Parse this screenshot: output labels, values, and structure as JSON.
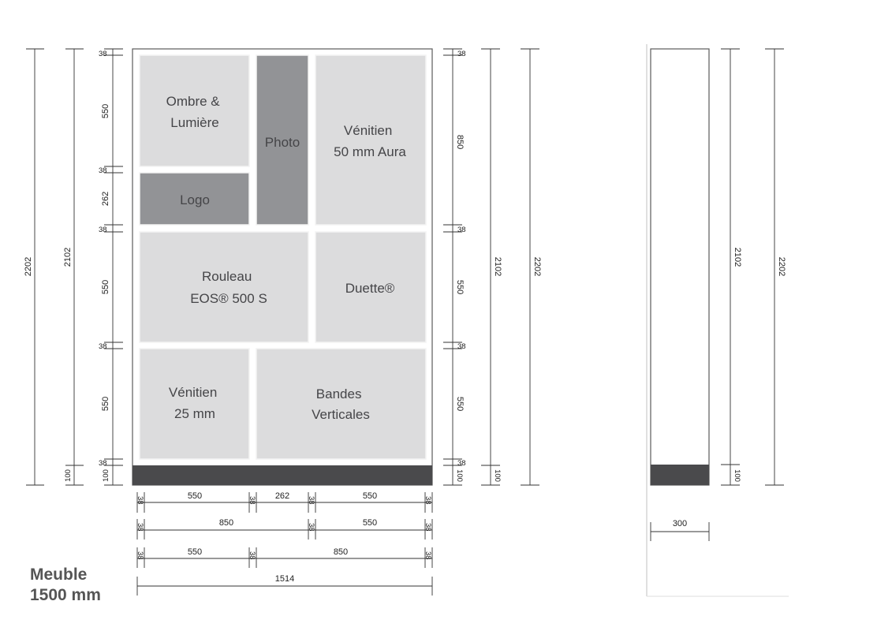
{
  "title": {
    "line1": "Meuble",
    "line2": "1500 mm"
  },
  "panels": {
    "ombre": [
      "Ombre &",
      "Lumière"
    ],
    "photo": [
      "Photo"
    ],
    "venitien50": [
      "Vénitien",
      "50 mm Aura"
    ],
    "logo": [
      "Logo"
    ],
    "rouleau": [
      "Rouleau",
      "EOS® 500 S"
    ],
    "duette": [
      "Duette®"
    ],
    "venitien25": [
      "Vénitien",
      "25 mm"
    ],
    "bandes": [
      "Bandes",
      "Verticales"
    ]
  },
  "dims": {
    "total_height": "2202",
    "inner_height": "2102",
    "gap": "38",
    "h550": "550",
    "h262": "262",
    "h850": "850",
    "base": "100",
    "w550": "550",
    "w262": "262",
    "w850": "850",
    "total_width": "1514",
    "depth": "300"
  }
}
